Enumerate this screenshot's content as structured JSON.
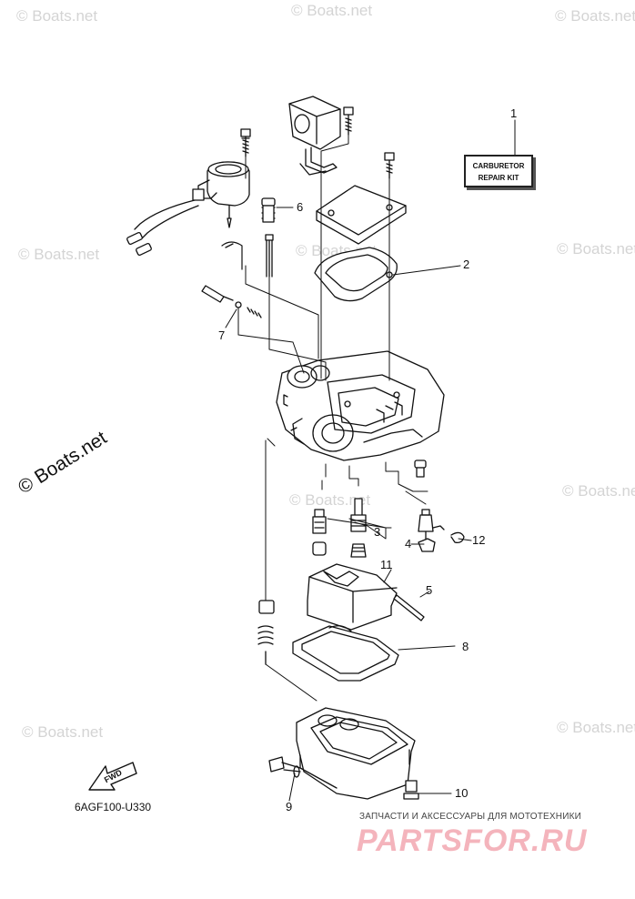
{
  "watermarks": {
    "main": "© Boats.net",
    "repeated": "© Boats.net"
  },
  "callouts": {
    "c1": "1",
    "c2": "2",
    "c3": "3",
    "c4": "4",
    "c5": "5",
    "c6": "6",
    "c7": "7",
    "c8": "8",
    "c9": "9",
    "c10": "10",
    "c11": "11",
    "c12": "12"
  },
  "kit_label": {
    "line1": "CARBURETOR",
    "line2": "REPAIR  KIT"
  },
  "fwd_label": "FWD",
  "part_code": "6AGF100-U330",
  "site": {
    "subtitle": "ЗАПЧАСТИ И АКСЕССУАРЫ ДЛЯ МОТОТЕХНИКИ",
    "brand": "PARTSFOR.RU"
  },
  "colors": {
    "line": "#111111",
    "watermark": "#d4d4d4",
    "brand": "#f4b4bc"
  }
}
